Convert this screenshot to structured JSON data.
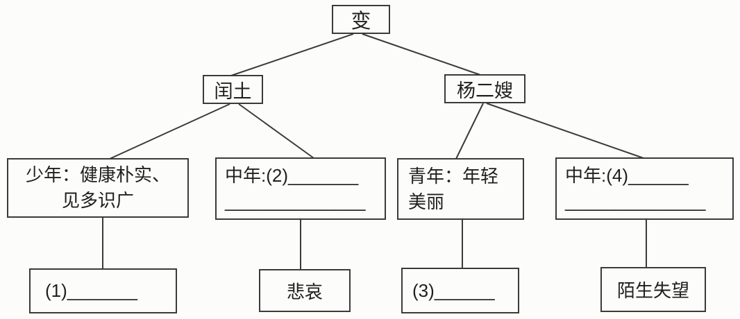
{
  "diagram": {
    "title_node": {
      "label": "变"
    },
    "level2": [
      {
        "label": "闰土"
      },
      {
        "label": "杨二嫂"
      }
    ],
    "level3": [
      {
        "line1": "少年：健康朴实、",
        "line2": "见多识广"
      },
      {
        "line1": "中年:(2)_______",
        "line2": "______________"
      },
      {
        "line1": "青年：年轻",
        "line2": "美丽"
      },
      {
        "line1": "中年:(4)______",
        "line2": "______________"
      }
    ],
    "level4": [
      {
        "label": "(1)_______"
      },
      {
        "label": "悲哀"
      },
      {
        "label": "(3)______"
      },
      {
        "label": "陌生失望"
      }
    ]
  }
}
